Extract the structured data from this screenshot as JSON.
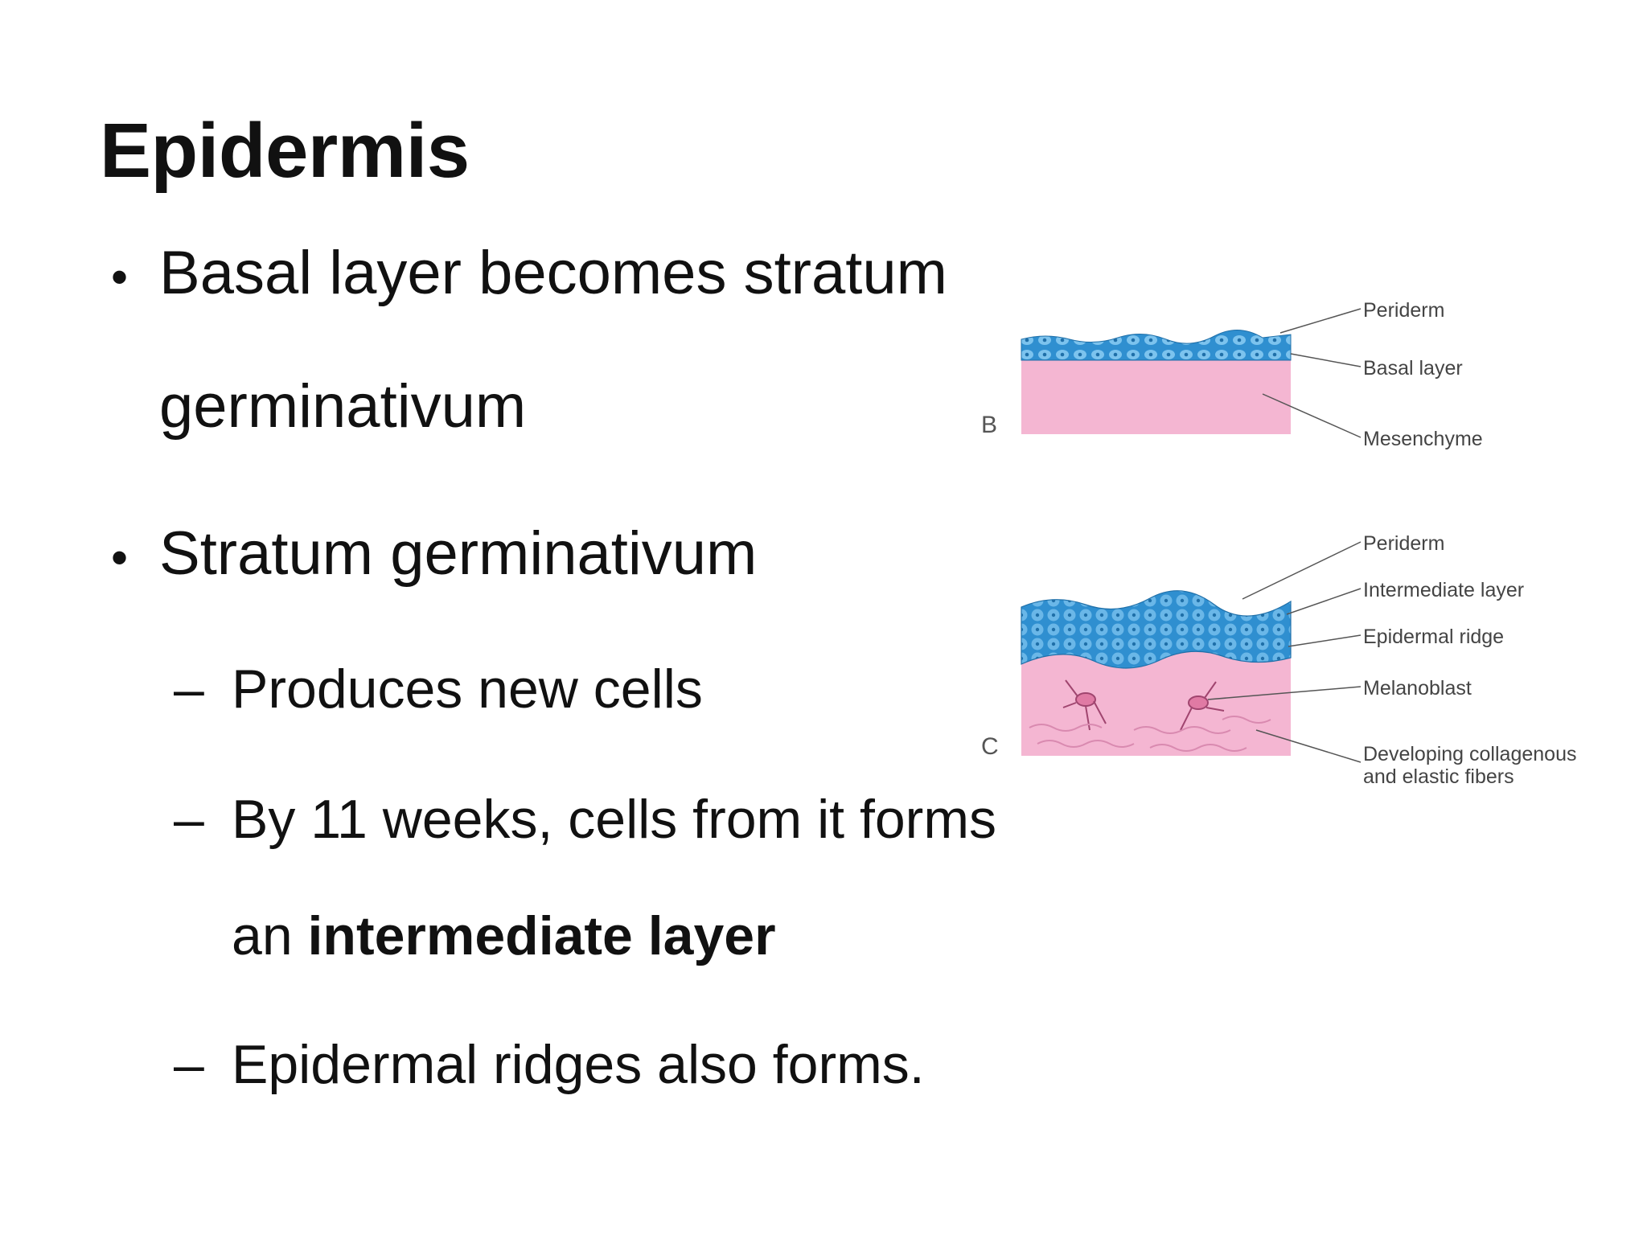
{
  "slide": {
    "title": "Epidermis",
    "bullets": [
      {
        "line1": "Basal layer becomes stratum",
        "line2": "germinativum"
      },
      {
        "line1": "Stratum germinativum"
      }
    ],
    "sub_items": [
      {
        "text": "Produces new cells"
      },
      {
        "line1": "By 11 weeks, cells from it forms",
        "line2_plain": "an ",
        "line2_bold": "intermediate layer"
      },
      {
        "text": "Epidermal ridges also forms."
      }
    ],
    "bullet_glyph": "•",
    "dash_glyph": "–"
  },
  "figure": {
    "panel_b": {
      "letter": "B",
      "labels": [
        "Periderm",
        "Basal layer",
        "Mesenchyme"
      ]
    },
    "panel_c": {
      "letter": "C",
      "labels": [
        "Periderm",
        "Intermediate layer",
        "Epidermal ridge",
        "Melanoblast",
        "Developing collagenous",
        "and elastic fibers"
      ]
    },
    "colors": {
      "cell_blue": "#2f8fd0",
      "cell_light": "#7cc3ee",
      "tissue_pink": "#f4b6d2",
      "fiber_pink": "#d98ab0",
      "leader_line": "#555555"
    }
  }
}
